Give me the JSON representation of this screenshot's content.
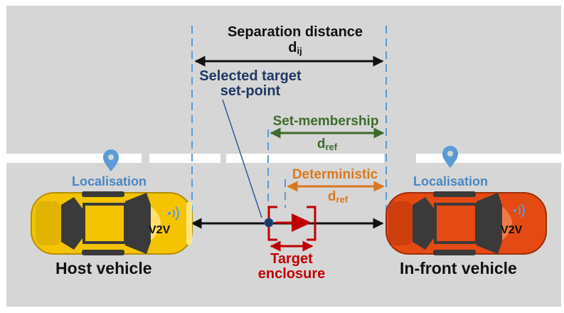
{
  "separation": {
    "line1": "Separation distance",
    "symbol": "d",
    "sub": "ij"
  },
  "selected_target": {
    "line1": "Selected target",
    "line2": "set-point"
  },
  "set_membership": {
    "label": "Set-membership",
    "symbol": "d",
    "sub": "ref"
  },
  "deterministic": {
    "label": "Deterministic",
    "symbol": "d",
    "sub": "ref"
  },
  "host": {
    "localisation": "Localisation",
    "v2v": "V2V",
    "name": "Host vehicle"
  },
  "infront": {
    "localisation": "Localisation",
    "v2v": "V2V",
    "name": "In-front vehicle"
  },
  "target_enclosure": {
    "line1": "Target",
    "line2": "enclosure"
  },
  "icons": [
    "location-pin-icon",
    "wifi-signal-icon"
  ],
  "colors": {
    "road": "#d6d6d6",
    "lane_mark": "#ffffff",
    "guide_line": "#5b9bd5",
    "localisation_text": "#4a86c4",
    "host_car": "#f5c400",
    "infront_car": "#e54a13",
    "selected_target": "#1f3864",
    "set_membership": "#3d6b2c",
    "deterministic": "#d9781e",
    "target_enclosure": "#c00000"
  }
}
